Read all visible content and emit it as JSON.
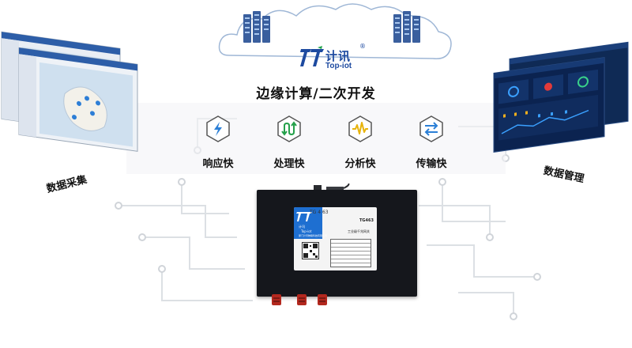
{
  "brand": {
    "name_cn": "计讯",
    "name_en": "Top-iot",
    "reg_mark": "®",
    "color": "#1d4aa0"
  },
  "tagline": "边缘计算/二次开发",
  "features": [
    {
      "label": "响应快",
      "icon": "lightning-icon"
    },
    {
      "label": "处理快",
      "icon": "arrows-cycle-icon"
    },
    {
      "label": "分析快",
      "icon": "waveform-icon"
    },
    {
      "label": "传输快",
      "icon": "transfer-arrows-icon"
    }
  ],
  "side_labels": {
    "left": "数据采集",
    "right": "数据管理"
  },
  "device": {
    "model": "TG463",
    "product_name": "工业级千兆网关",
    "label_cn": "计讯",
    "label_en": "Top-iot",
    "company": "厦门计讯物联科技有限公司",
    "serial_tag": "TG 4 63"
  },
  "colors": {
    "accent_blue": "#1e6fd1",
    "device_body": "#15171c",
    "icon_blue": "#2b7fd6",
    "icon_green": "#25a04a",
    "icon_yellow": "#e8b40c",
    "antenna_red": "#b3281e"
  }
}
